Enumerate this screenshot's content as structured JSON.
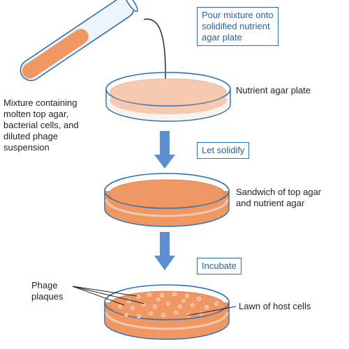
{
  "steps": {
    "pour": "Pour mixture onto\nsolidified nutrient\nagar plate",
    "solidify": "Let solidify",
    "incubate": "Incubate"
  },
  "labels": {
    "mixture": "Mixture containing\nmolten top agar,\nbacterial cells, and\ndiluted phage\nsuspension",
    "nutrient_plate": "Nutrient agar plate",
    "sandwich": "Sandwich of top agar\nand nutrient agar",
    "plaques": "Phage\nplaques",
    "lawn": "Lawn of host cells"
  },
  "colors": {
    "arrow_blue": "#5b8fcf",
    "dish_edge": "#2b6fb6",
    "agar_light": "#f6c9b1",
    "agar_dark": "#ef9863",
    "step_text": "#1f63ad"
  }
}
